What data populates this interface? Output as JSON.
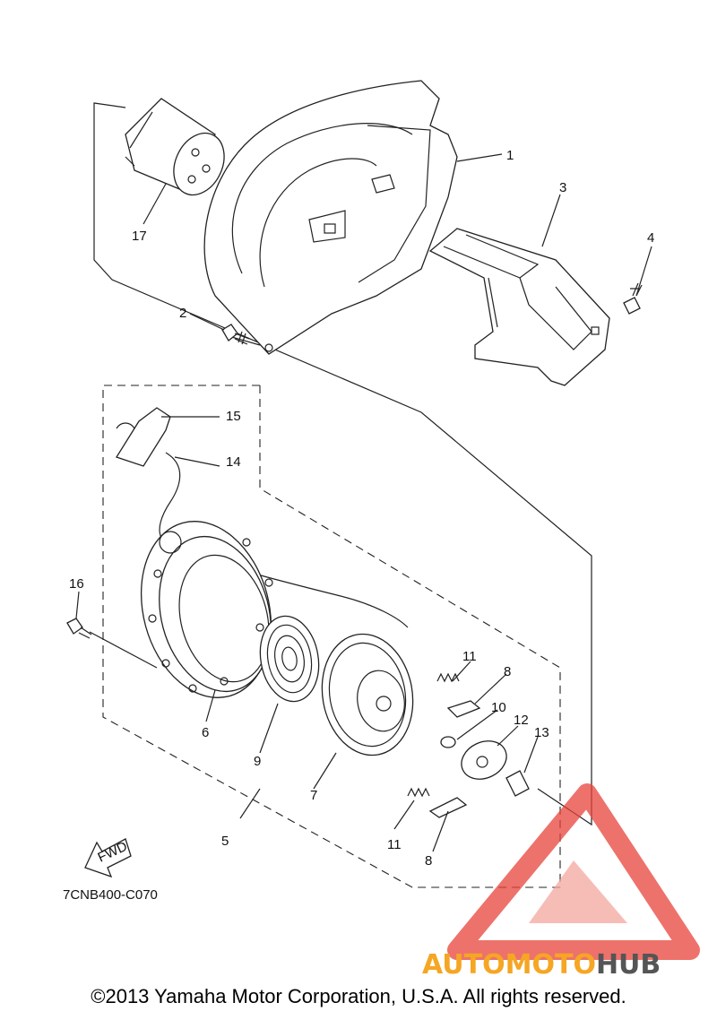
{
  "diagram": {
    "code": "7CNB400-C070",
    "fwd_label": "FWD",
    "callouts": [
      "1",
      "2",
      "3",
      "4",
      "5",
      "6",
      "7",
      "8",
      "8",
      "9",
      "10",
      "11",
      "11",
      "12",
      "13",
      "14",
      "15",
      "16",
      "17"
    ]
  },
  "watermark": {
    "part1": "AUTOMOTO",
    "part2": "HUB",
    "colors": {
      "orange": "#f5a623",
      "red": "#e8433a",
      "gray": "#555555"
    }
  },
  "footer": {
    "copyright": "©2013 Yamaha Motor Corporation, U.S.A. All rights reserved."
  }
}
